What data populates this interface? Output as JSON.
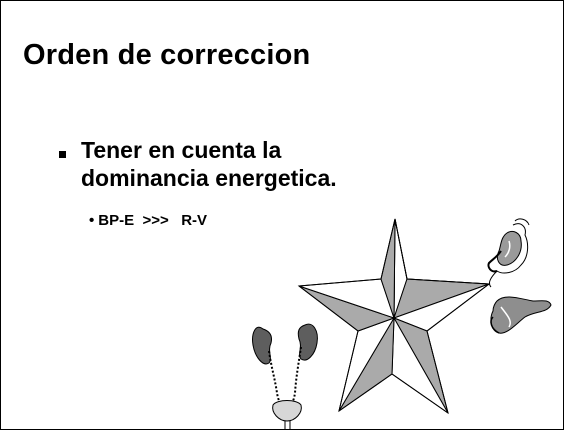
{
  "slide": {
    "title": "Orden de correccion",
    "bullet_main": {
      "line1": "Tener en cuenta la",
      "line2": "dominancia energetica."
    },
    "bullet_sub": {
      "mark": "•",
      "text": "BP-E  >>>   R-V"
    },
    "images": [
      "star-icon",
      "kidney-bladder-icon",
      "stomach-icon",
      "pancreas-icon"
    ]
  }
}
